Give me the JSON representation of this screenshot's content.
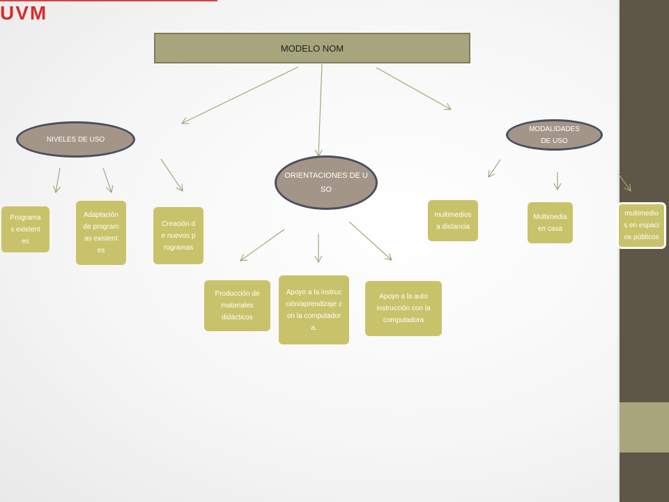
{
  "logo": {
    "text": "UVM",
    "color": "#d92b2b"
  },
  "colors": {
    "box_fill": "#c8c36a",
    "ellipse_fill": "#a39688",
    "title_fill": "#a7a57b",
    "sidebar": "#5e5646",
    "arrow": "#a5a578"
  },
  "title": "MODELO NOM",
  "branches": {
    "niveles": "NIVELES DE USO",
    "orientaciones": "ORIENTACIONES DE USO",
    "modalidades": "MODALIDADES DE USO"
  },
  "niveles_items": [
    "Programas existentes",
    "Adaptación de programas existentes",
    "Creación de nuevos programas"
  ],
  "orientaciones_items": [
    "Producción de materiales didácticos",
    "Apoyo a la instrucción/aprendizaje con la computadora.",
    "Apoyo a la auto instrucción con la computadora"
  ],
  "modalidades_items": [
    "multimedios a distancia",
    "Multimedia en casa",
    "multimedios en espacios públicos"
  ]
}
